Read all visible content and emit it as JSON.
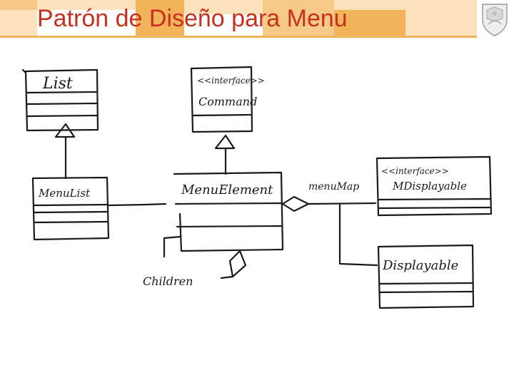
{
  "slide": {
    "title": "Patrón de Diseño para Menu",
    "colors": {
      "title": "#c8301e",
      "header_band_dark": "#f2b35a",
      "header_band_light": "#fbe2bd",
      "ink": "#1a1a1a"
    }
  },
  "diagram": {
    "classes": [
      {
        "id": "list",
        "name": "List",
        "stereotype": ""
      },
      {
        "id": "command",
        "name": "Command",
        "stereotype": "<<interface>>"
      },
      {
        "id": "menu-list",
        "name": "MenuList",
        "stereotype": ""
      },
      {
        "id": "menu-element",
        "name": "MenuElement",
        "stereotype": ""
      },
      {
        "id": "menu-displayable",
        "name": "MDisplayable",
        "stereotype": "<<interface>>"
      },
      {
        "id": "displayable",
        "name": "Displayable",
        "stereotype": ""
      }
    ],
    "relation_labels": {
      "menu_map": "menuMap",
      "children": "Children"
    }
  }
}
